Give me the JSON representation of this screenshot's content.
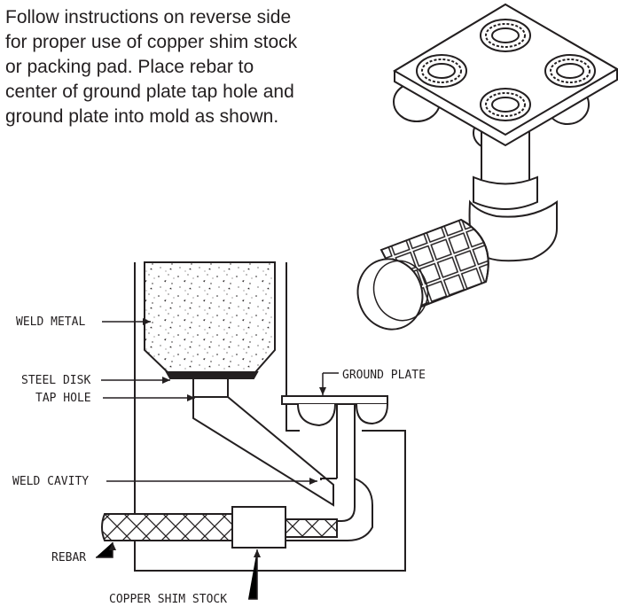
{
  "instructions": {
    "lines": [
      "Follow instructions on reverse side",
      "for proper use of copper shim stock",
      "or packing pad.  Place rebar to",
      "center of ground plate tap hole and",
      "ground plate into mold as shown."
    ]
  },
  "labels": {
    "weld_metal": "WELD METAL",
    "steel_disk": "STEEL DISK",
    "tap_hole": "TAP HOLE",
    "ground_plate": "GROUND PLATE",
    "weld_cavity": "WELD CAVITY",
    "rebar": "REBAR",
    "copper_shim_stock": "COPPER SHIM STOCK"
  },
  "colors": {
    "ink": "#231f20",
    "fill": "#ffffff"
  }
}
